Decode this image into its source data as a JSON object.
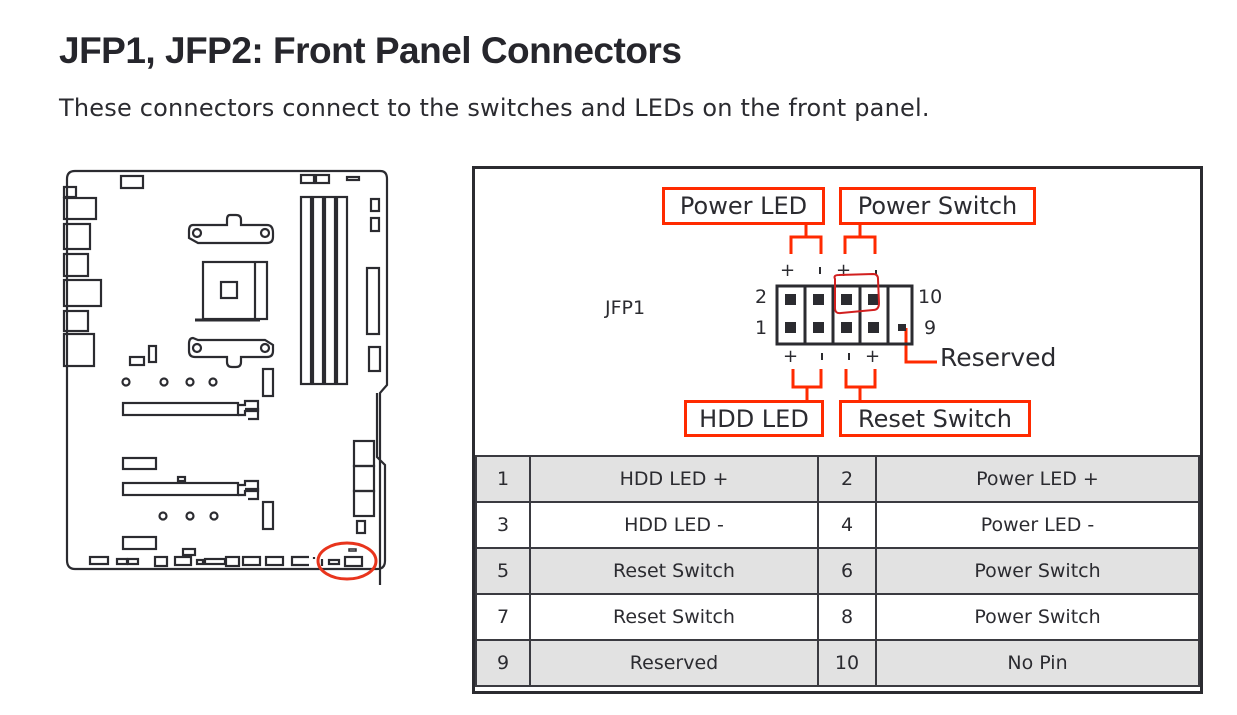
{
  "header": {
    "title": "JFP1, JFP2: Front Panel Connectors",
    "subtitle": "These connectors connect to the switches and LEDs on the front panel."
  },
  "motherboard_illustration": {
    "highlight": "JFP1 location circled at bottom-right edge",
    "highlight_color": "#e8341c"
  },
  "diagram": {
    "connector_name": "JFP1",
    "labels": {
      "power_led": "Power LED",
      "power_switch": "Power Switch",
      "hdd_led": "HDD LED",
      "reset_switch": "Reset Switch",
      "reserved": "Reserved"
    },
    "pin_numbers": {
      "top_left": "2",
      "bottom_left": "1",
      "top_right": "10",
      "bottom_right": "9"
    },
    "polarity": {
      "plus": "+",
      "minus": "-"
    },
    "accent_color": "#ff2a00",
    "annotation_color": "#d11f1f"
  },
  "pin_table": {
    "rows": [
      {
        "pin_a": "1",
        "desc_a": "HDD LED +",
        "pin_b": "2",
        "desc_b": "Power LED +"
      },
      {
        "pin_a": "3",
        "desc_a": "HDD LED -",
        "pin_b": "4",
        "desc_b": "Power LED -"
      },
      {
        "pin_a": "5",
        "desc_a": "Reset Switch",
        "pin_b": "6",
        "desc_b": "Power Switch"
      },
      {
        "pin_a": "7",
        "desc_a": "Reset Switch",
        "pin_b": "8",
        "desc_b": "Power Switch"
      },
      {
        "pin_a": "9",
        "desc_a": "Reserved",
        "pin_b": "10",
        "desc_b": "No Pin"
      }
    ]
  }
}
